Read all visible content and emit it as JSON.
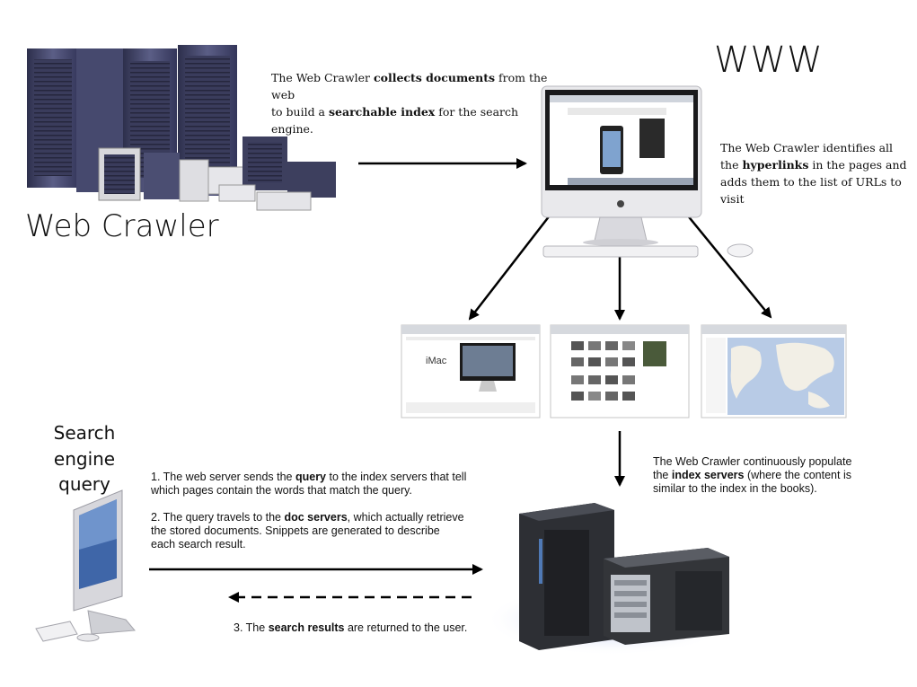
{
  "labels": {
    "www": "WWW",
    "web_crawler": "Web Crawler",
    "search_query_lines": [
      "Search",
      "engine",
      "query"
    ]
  },
  "notes": {
    "collect": {
      "line1_pre": "The Web Crawler ",
      "line1_bold": "collects documents",
      "line1_post": " from the web",
      "line2_pre": "to build a ",
      "line2_bold": "searchable index",
      "line2_post": " for the search engine."
    },
    "hyperlinks": {
      "line1": "The Web Crawler identifies all",
      "line2_pre": "the ",
      "line2_bold": "hyperlinks",
      "line2_post": " in the pages and",
      "line3": "adds them to the list of URLs to visit"
    },
    "populate": {
      "line1": "The Web Crawler continuously populate",
      "line2_pre": "the ",
      "line2_bold": "index servers",
      "line2_post": " (where the content is",
      "line3": "similar to the index in the books)."
    },
    "step1": {
      "line1_pre": "1. The web server sends the ",
      "line1_bold": "query",
      "line1_post": " to the index servers that tell",
      "line2": "which pages contain the words that match the query."
    },
    "step2": {
      "line1_pre": "2. The query travels to the ",
      "line1_bold": "doc servers",
      "line1_post": ", which actually retrieve",
      "line2": "the stored documents. Snippets are generated to describe",
      "line3": "each search result."
    },
    "step3": {
      "pre": "3. The ",
      "bold": "search results",
      "post": " are returned to the user."
    }
  },
  "thumbnails": {
    "imac_page_text": "iMac"
  },
  "colors": {
    "arrow": "#000000",
    "server_dark": "#3d3f5e",
    "server_mid": "#5b5e86",
    "tower_black": "#2a2c30",
    "screen_blue": "#4f79b5",
    "map_ocean": "#b8cbe6",
    "map_land": "#f2efe6"
  }
}
